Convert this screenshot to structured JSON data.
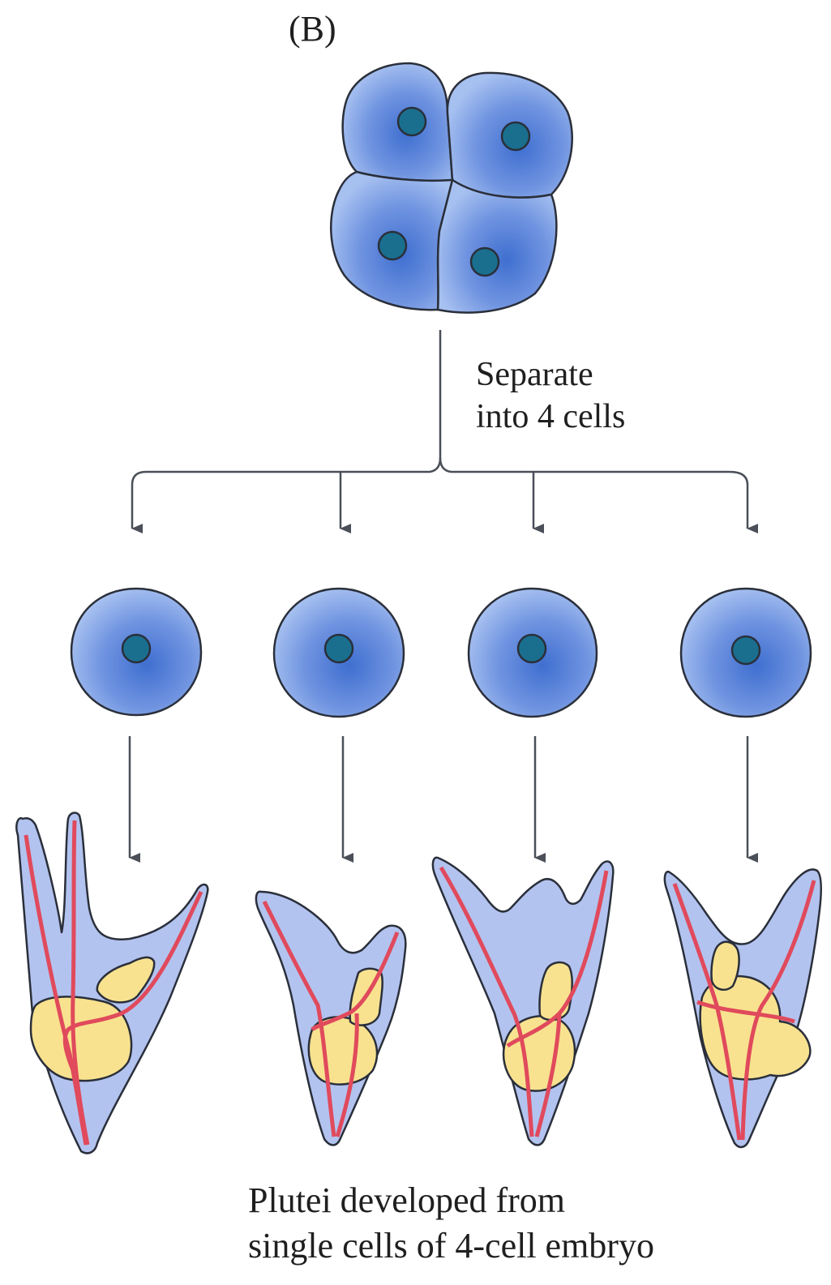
{
  "figure": {
    "panel_label": "(B)",
    "step_label": [
      "Separate",
      "into 4 cells"
    ],
    "caption": [
      "Plutei developed from",
      "single cells of 4-cell embryo"
    ]
  },
  "colors": {
    "cell_fill_light": "#9bb8ee",
    "cell_fill_dark": "#3f6fd0",
    "nucleus": "#1a6f8f",
    "outline": "#2a2f3a",
    "larva_body": "#b3c3ef",
    "skeleton": "#e04a5c",
    "gut": "#f8e28f",
    "arrow": "#4a4f58"
  },
  "icons": {
    "four_cell_embryo": "four-cell-embryo",
    "isolated_cell": "blastomere-cell",
    "pluteus_larva": "pluteus-larva"
  }
}
